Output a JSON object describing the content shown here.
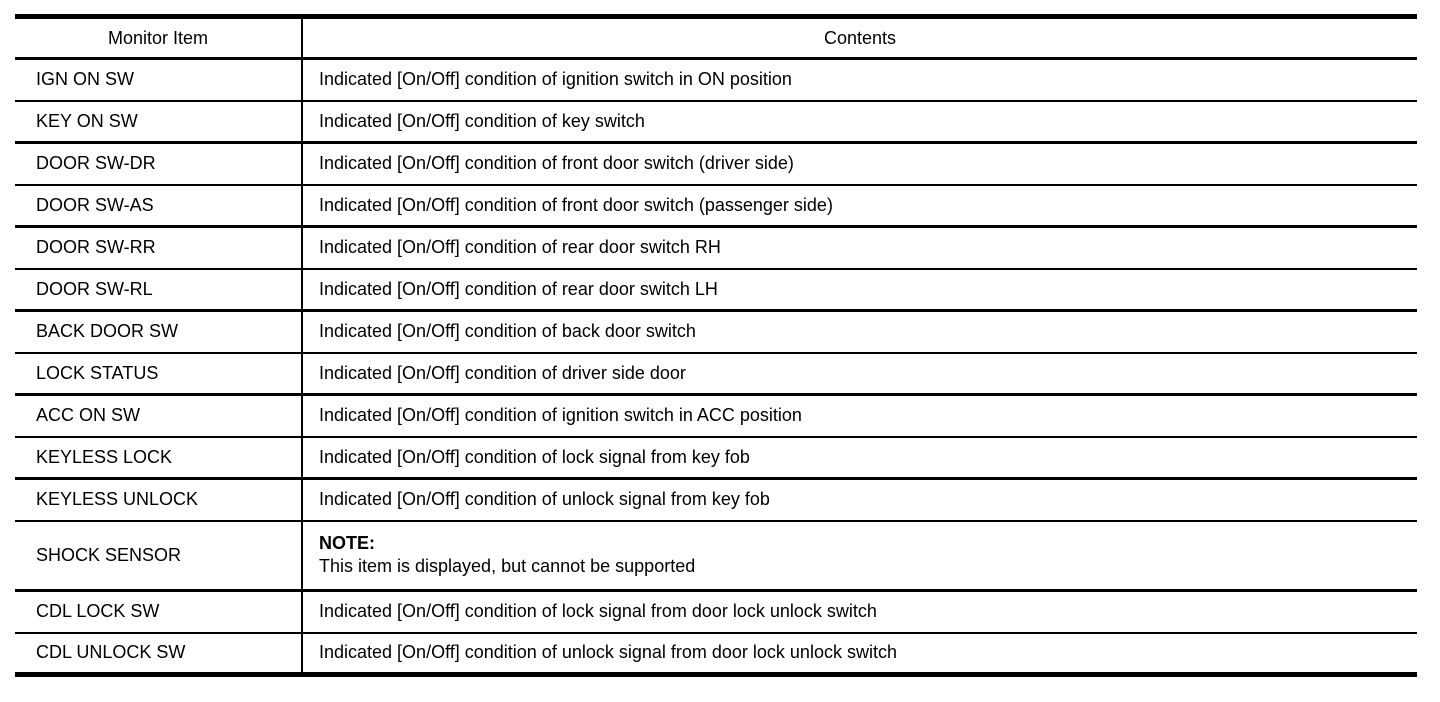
{
  "colors": {
    "text": "#000000",
    "border": "#000000",
    "background": "#ffffff"
  },
  "table": {
    "headers": [
      {
        "label": "Monitor Item"
      },
      {
        "label": "Contents"
      }
    ],
    "rows": [
      {
        "item": "IGN ON SW",
        "contents": "Indicated [On/Off] condition of ignition switch in ON position"
      },
      {
        "item": "KEY ON SW",
        "contents": "Indicated [On/Off] condition of key switch"
      },
      {
        "item": "DOOR SW-DR",
        "contents": "Indicated [On/Off] condition of front door switch (driver side)"
      },
      {
        "item": "DOOR SW-AS",
        "contents": "Indicated [On/Off] condition of front door switch (passenger side)"
      },
      {
        "item": "DOOR SW-RR",
        "contents": "Indicated [On/Off] condition of rear door switch RH"
      },
      {
        "item": "DOOR SW-RL",
        "contents": "Indicated [On/Off] condition of rear door switch LH"
      },
      {
        "item": "BACK DOOR SW",
        "contents": "Indicated [On/Off] condition of back door switch"
      },
      {
        "item": "LOCK STATUS",
        "contents": "Indicated [On/Off] condition of driver side door"
      },
      {
        "item": "ACC ON SW",
        "contents": "Indicated [On/Off] condition of ignition switch in ACC position"
      },
      {
        "item": "KEYLESS LOCK",
        "contents": "Indicated [On/Off] condition of lock signal from key fob"
      },
      {
        "item": "KEYLESS UNLOCK",
        "contents": "Indicated [On/Off] condition of unlock signal from key fob"
      },
      {
        "item": "SHOCK SENSOR",
        "note_label": "NOTE:",
        "contents": "This item is displayed, but cannot be supported"
      },
      {
        "item": "CDL LOCK SW",
        "contents": "Indicated [On/Off] condition of lock signal from door lock unlock switch"
      },
      {
        "item": "CDL UNLOCK SW",
        "contents": "Indicated [On/Off] condition of unlock signal from door lock unlock switch"
      }
    ]
  }
}
